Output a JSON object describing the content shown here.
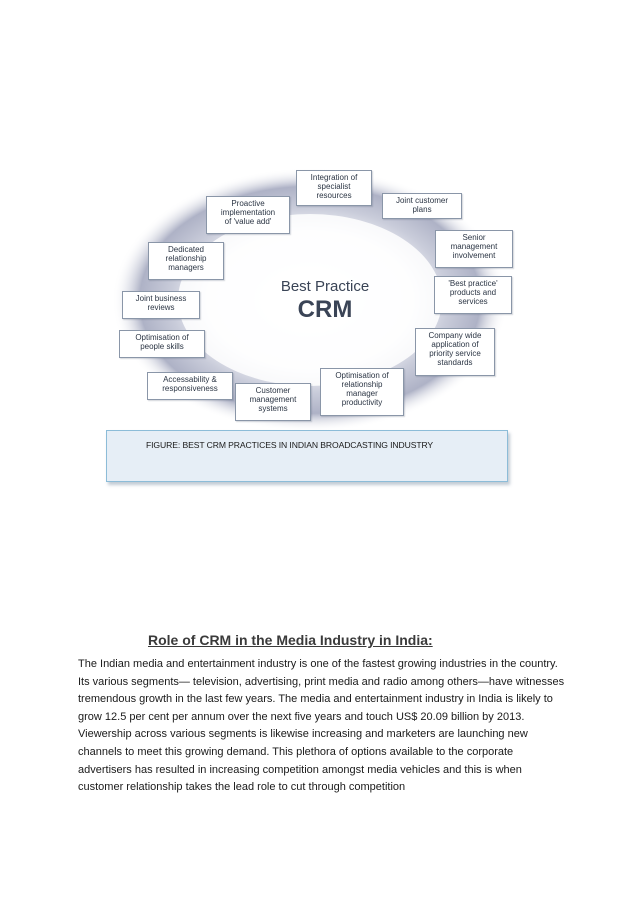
{
  "figure": {
    "center_title_line1": "Best Practice",
    "center_title_line2": "CRM",
    "boxes": [
      "Integration of\nspecialist\nresources",
      "Joint customer\nplans",
      "Senior\nmanagement\ninvolvement",
      "'Best practice'\nproducts and\nservices",
      "Company wide\napplication of\npriority service\nstandards",
      "Optimisation of\nrelationship\nmanager\nproductivity",
      "Customer\nmanagement\nsystems",
      "Accessability &\nresponsiveness",
      "Optimisation of\npeople skills",
      "Joint business\nreviews",
      "Dedicated\nrelationship\nmanagers",
      "Proactive\nimplementation\nof 'value add'"
    ],
    "caption": "FIGURE: BEST CRM PRACTICES IN INDIAN BROADCASTING INDUSTRY"
  },
  "section": {
    "heading": "Role of CRM in the Media Industry in India:",
    "paragraph": "The Indian media and entertainment industry is one of the fastest growing industries in the country. Its various segments— television, advertising, print media and radio among others—have witnesses tremendous growth in the last few years. The media and entertainment industry in India is likely to grow 12.5 per cent per annum over the next five years and touch US$ 20.09 billion by 2013. Viewership across various segments is likewise increasing and marketers are launching new channels to meet this growing demand. This plethora of options available to the corporate advertisers has resulted in increasing competition amongst media vehicles and this is when customer relationship takes the lead role to cut through competition"
  }
}
